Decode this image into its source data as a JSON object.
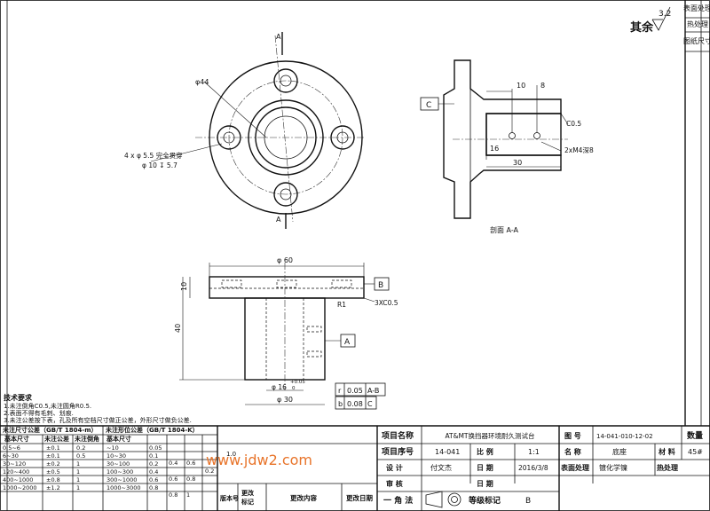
{
  "roughness": {
    "prefix": "其余",
    "value": "3.2"
  },
  "right_strip": [
    "表面处理",
    "热处理",
    "图纸尺寸"
  ],
  "top_view": {
    "section_mark": "A",
    "dia_44": "φ44",
    "hole_note_1": "4 x  φ 5.5 完全贯穿",
    "hole_note_2": "φ 10  ↧ 5.7"
  },
  "section_view": {
    "datum": "C",
    "dim_10": "10",
    "dim_8": "8",
    "dim_16": "16",
    "dim_30": "30",
    "chamfer": "C0.5",
    "thread": "2xM4深8",
    "caption": "剖面 A-A"
  },
  "front_view": {
    "dia_60": "φ 60",
    "h_10": "10",
    "h_40": "40",
    "fillet": "R1",
    "chamfer": "3XC0.5",
    "datum_b": "B",
    "datum_a": "A",
    "dia_16": "φ 16",
    "dia_16_tol_upper": "+0.05",
    "dia_16_tol_lower": "0",
    "dia_30": "φ 30"
  },
  "gdt": [
    {
      "symbol": "r",
      "tol": "0.05",
      "ref": "A-B"
    },
    {
      "symbol": "b",
      "tol": "0.08",
      "ref": "C"
    }
  ],
  "tech_notes": {
    "title": "技术要求",
    "lines": [
      "1.未注倒角C0.5,未注圆角R0.5.",
      "2.表面不得有毛刺、划痕.",
      "3.未注公差按下表，孔及所有空档尺寸做正公差，外形尺寸做负公差."
    ]
  },
  "tolerance_table": {
    "left_header": "未注尺寸公差（GB/T 1804-m）",
    "right_header": "未注形位公差（GB/T 1804-K）",
    "columns": [
      "基本尺寸",
      "未注公差",
      "未注倒角",
      "基本尺寸"
    ],
    "rows": [
      [
        "0.5~6",
        "±0.1",
        "0.2",
        "~10",
        "0.05"
      ],
      [
        "6~30",
        "±0.1",
        "0.5",
        "10~30",
        "0.1"
      ],
      [
        "30~120",
        "±0.2",
        "1",
        "30~100",
        "0.2"
      ],
      [
        "120~400",
        "±0.5",
        "1",
        "100~300",
        "0.4"
      ],
      [
        "400~1000",
        "±0.8",
        "1",
        "300~1000",
        "0.6"
      ],
      [
        "1000~2000",
        "±1.2",
        "1",
        "1000~3000",
        "0.8"
      ]
    ],
    "extra_col_1": [
      "0.4",
      "0.6",
      "0.8"
    ],
    "extra_col_2": [
      "0.6",
      "0.8",
      "1"
    ],
    "extra_col_3": [
      "0.2"
    ]
  },
  "title_block": {
    "project_name_label": "项目名称",
    "project_name": "AT&MT换挡器环境耐久测试台",
    "project_no_label": "项目序号",
    "project_no": "14-041",
    "scale_label": "比   例",
    "scale": "1:1",
    "design_label": "设   计",
    "designer": "付文杰",
    "date_label": "日   期",
    "date": "2016/3/8",
    "review_label": "审   核",
    "review_date_label": "日   期",
    "projection_label": "一 角 法",
    "level_label": "等级标记",
    "level": "B",
    "drawing_no_label": "图   号",
    "drawing_no": "14-041-010-12-02",
    "name_label": "名   称",
    "name": "底座",
    "material_label": "材   料",
    "material": "45#",
    "surface_label": "表面处理",
    "surface": "镀化学镍",
    "heat_label": "热处理",
    "qty_label": "数量",
    "rev_no_label": "版本号",
    "rev_mark_label": "更改\n标记",
    "rev_content_label": "更改内容",
    "rev_date_label": "更改日期",
    "rev_no": "1.0"
  },
  "watermark": "www.jdw2.com"
}
